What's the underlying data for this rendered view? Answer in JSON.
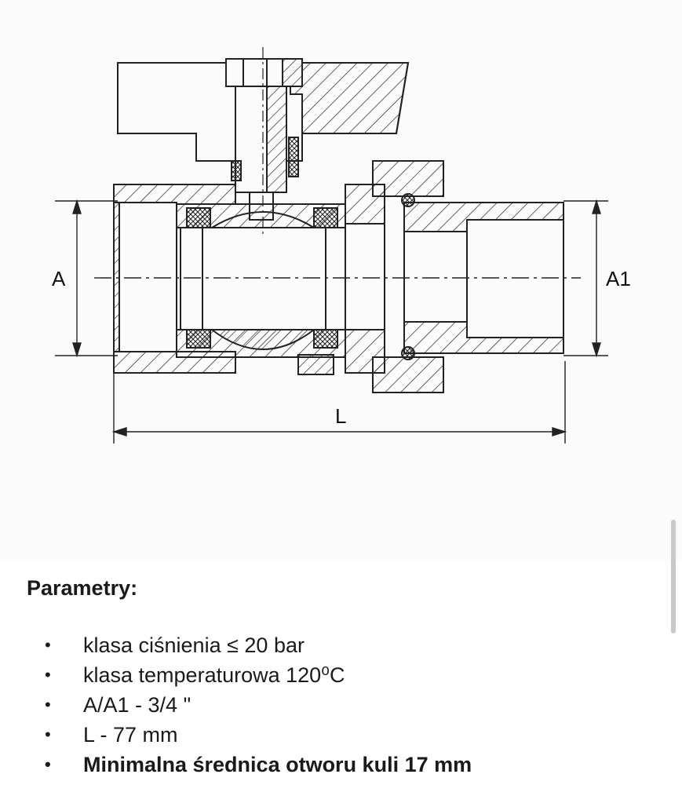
{
  "drawing": {
    "label_A": "A",
    "label_A1": "A1",
    "label_L": "L"
  },
  "params": {
    "heading": "Parametry:",
    "items": [
      {
        "text": "klasa ciśnienia ≤ 20 bar",
        "bold": false
      },
      {
        "text": "klasa temperaturowa 120⁰C",
        "bold": false
      },
      {
        "text": "A/A1 - 3/4 \"",
        "bold": false
      },
      {
        "text": "L - 77 mm",
        "bold": false
      },
      {
        "text": "Minimalna średnica otworu kuli 17 mm",
        "bold": true
      }
    ]
  }
}
